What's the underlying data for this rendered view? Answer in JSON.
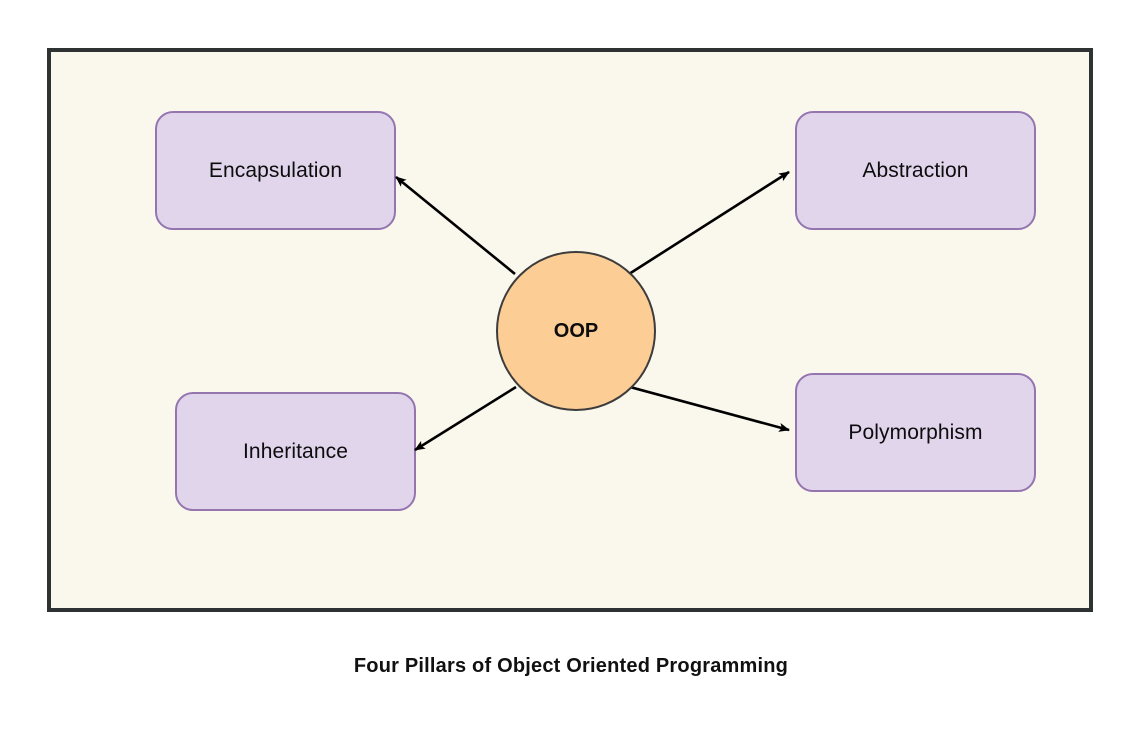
{
  "diagram": {
    "caption": "Four Pillars of Object Oriented Programming",
    "background_color": "#faf7ed",
    "frame_border_color": "#2e3233",
    "page_background": "#ffffff",
    "hub": {
      "label": "OOP",
      "fill_color": "#fdcd96",
      "stroke_color": "#3c3c3c",
      "shape": "circle"
    },
    "node_style": {
      "fill_color": "#e1d5ec",
      "stroke_color": "#9575b0",
      "shape": "rounded-rectangle"
    },
    "connector_color": "#000000",
    "nodes": [
      {
        "id": "encapsulation",
        "label": "Encapsulation",
        "position": "top-left"
      },
      {
        "id": "abstraction",
        "label": "Abstraction",
        "position": "top-right"
      },
      {
        "id": "inheritance",
        "label": "Inheritance",
        "position": "bottom-left"
      },
      {
        "id": "polymorphism",
        "label": "Polymorphism",
        "position": "bottom-right"
      }
    ],
    "edges": [
      {
        "from": "OOP",
        "to": "Encapsulation",
        "arrow": "to"
      },
      {
        "from": "OOP",
        "to": "Abstraction",
        "arrow": "to"
      },
      {
        "from": "OOP",
        "to": "Inheritance",
        "arrow": "to"
      },
      {
        "from": "OOP",
        "to": "Polymorphism",
        "arrow": "to"
      }
    ]
  }
}
